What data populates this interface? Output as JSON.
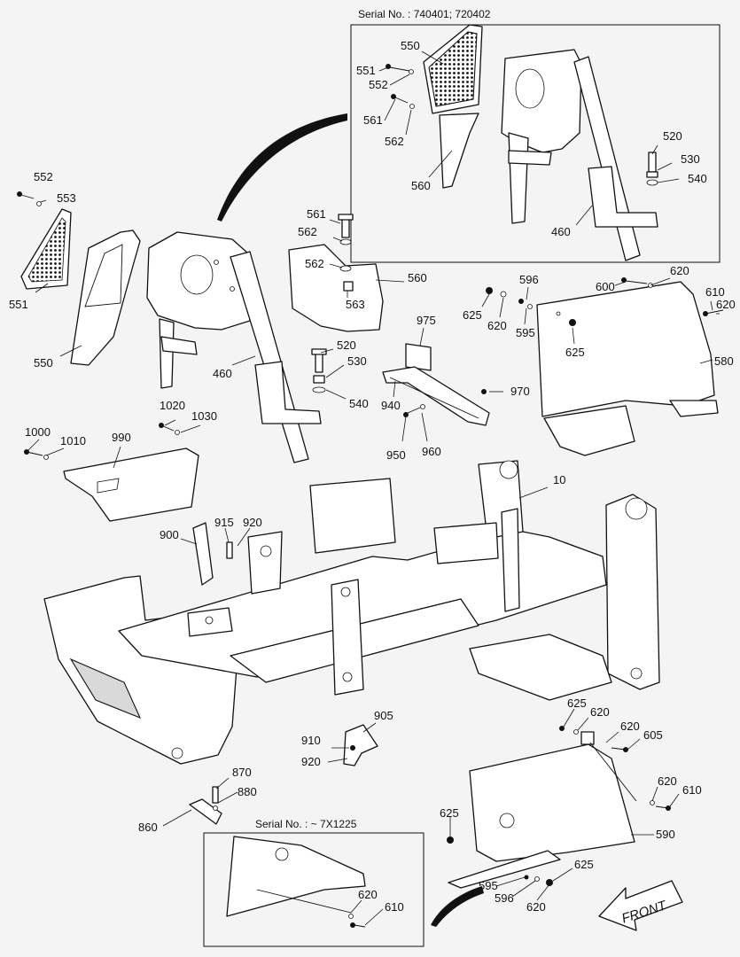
{
  "insets": {
    "top_serial": "Serial No. : 740401; 720402",
    "bottom_serial": "Serial No. : ~ 7X1225"
  },
  "direction_label": "FRONT",
  "labels": [
    {
      "id": "l550a",
      "text": "550"
    },
    {
      "id": "l551a",
      "text": "551"
    },
    {
      "id": "l552a",
      "text": "552"
    },
    {
      "id": "l561a",
      "text": "561"
    },
    {
      "id": "l562a",
      "text": "562"
    },
    {
      "id": "l560a",
      "text": "560"
    },
    {
      "id": "l520a",
      "text": "520"
    },
    {
      "id": "l530a",
      "text": "530"
    },
    {
      "id": "l540a",
      "text": "540"
    },
    {
      "id": "l460a",
      "text": "460"
    },
    {
      "id": "l552b",
      "text": "552"
    },
    {
      "id": "l553b",
      "text": "553"
    },
    {
      "id": "l551b",
      "text": "551"
    },
    {
      "id": "l550b",
      "text": "550"
    },
    {
      "id": "l460b",
      "text": "460"
    },
    {
      "id": "l561b",
      "text": "561"
    },
    {
      "id": "l562b",
      "text": "562"
    },
    {
      "id": "l562c",
      "text": "562"
    },
    {
      "id": "l560b",
      "text": "560"
    },
    {
      "id": "l563b",
      "text": "563"
    },
    {
      "id": "l520b",
      "text": "520"
    },
    {
      "id": "l530b",
      "text": "530"
    },
    {
      "id": "l540b",
      "text": "540"
    },
    {
      "id": "l975",
      "text": "975"
    },
    {
      "id": "l970",
      "text": "970"
    },
    {
      "id": "l940",
      "text": "940"
    },
    {
      "id": "l950",
      "text": "950"
    },
    {
      "id": "l960",
      "text": "960"
    },
    {
      "id": "l596a",
      "text": "596"
    },
    {
      "id": "l620a",
      "text": "620"
    },
    {
      "id": "l600",
      "text": "600"
    },
    {
      "id": "l625a",
      "text": "625"
    },
    {
      "id": "l620b",
      "text": "620"
    },
    {
      "id": "l595a",
      "text": "595"
    },
    {
      "id": "l625b",
      "text": "625"
    },
    {
      "id": "l610a",
      "text": "610"
    },
    {
      "id": "l620c",
      "text": "620"
    },
    {
      "id": "l580",
      "text": "580"
    },
    {
      "id": "l1020",
      "text": "1020"
    },
    {
      "id": "l1030",
      "text": "1030"
    },
    {
      "id": "l1000",
      "text": "1000"
    },
    {
      "id": "l1010",
      "text": "1010"
    },
    {
      "id": "l990",
      "text": "990"
    },
    {
      "id": "l10",
      "text": "10"
    },
    {
      "id": "l900",
      "text": "900"
    },
    {
      "id": "l915",
      "text": "915"
    },
    {
      "id": "l920a",
      "text": "920"
    },
    {
      "id": "l905",
      "text": "905"
    },
    {
      "id": "l910",
      "text": "910"
    },
    {
      "id": "l920b",
      "text": "920"
    },
    {
      "id": "l870",
      "text": "870"
    },
    {
      "id": "l880",
      "text": "880"
    },
    {
      "id": "l860",
      "text": "860"
    },
    {
      "id": "l625c",
      "text": "625"
    },
    {
      "id": "l620d",
      "text": "620"
    },
    {
      "id": "l620e",
      "text": "620"
    },
    {
      "id": "l605",
      "text": "605"
    },
    {
      "id": "l620f",
      "text": "620"
    },
    {
      "id": "l610b",
      "text": "610"
    },
    {
      "id": "l625d",
      "text": "625"
    },
    {
      "id": "l590",
      "text": "590"
    },
    {
      "id": "l625e",
      "text": "625"
    },
    {
      "id": "l595b",
      "text": "595"
    },
    {
      "id": "l596b",
      "text": "596"
    },
    {
      "id": "l620g",
      "text": "620"
    },
    {
      "id": "l620h",
      "text": "620"
    },
    {
      "id": "l610c",
      "text": "610"
    }
  ]
}
